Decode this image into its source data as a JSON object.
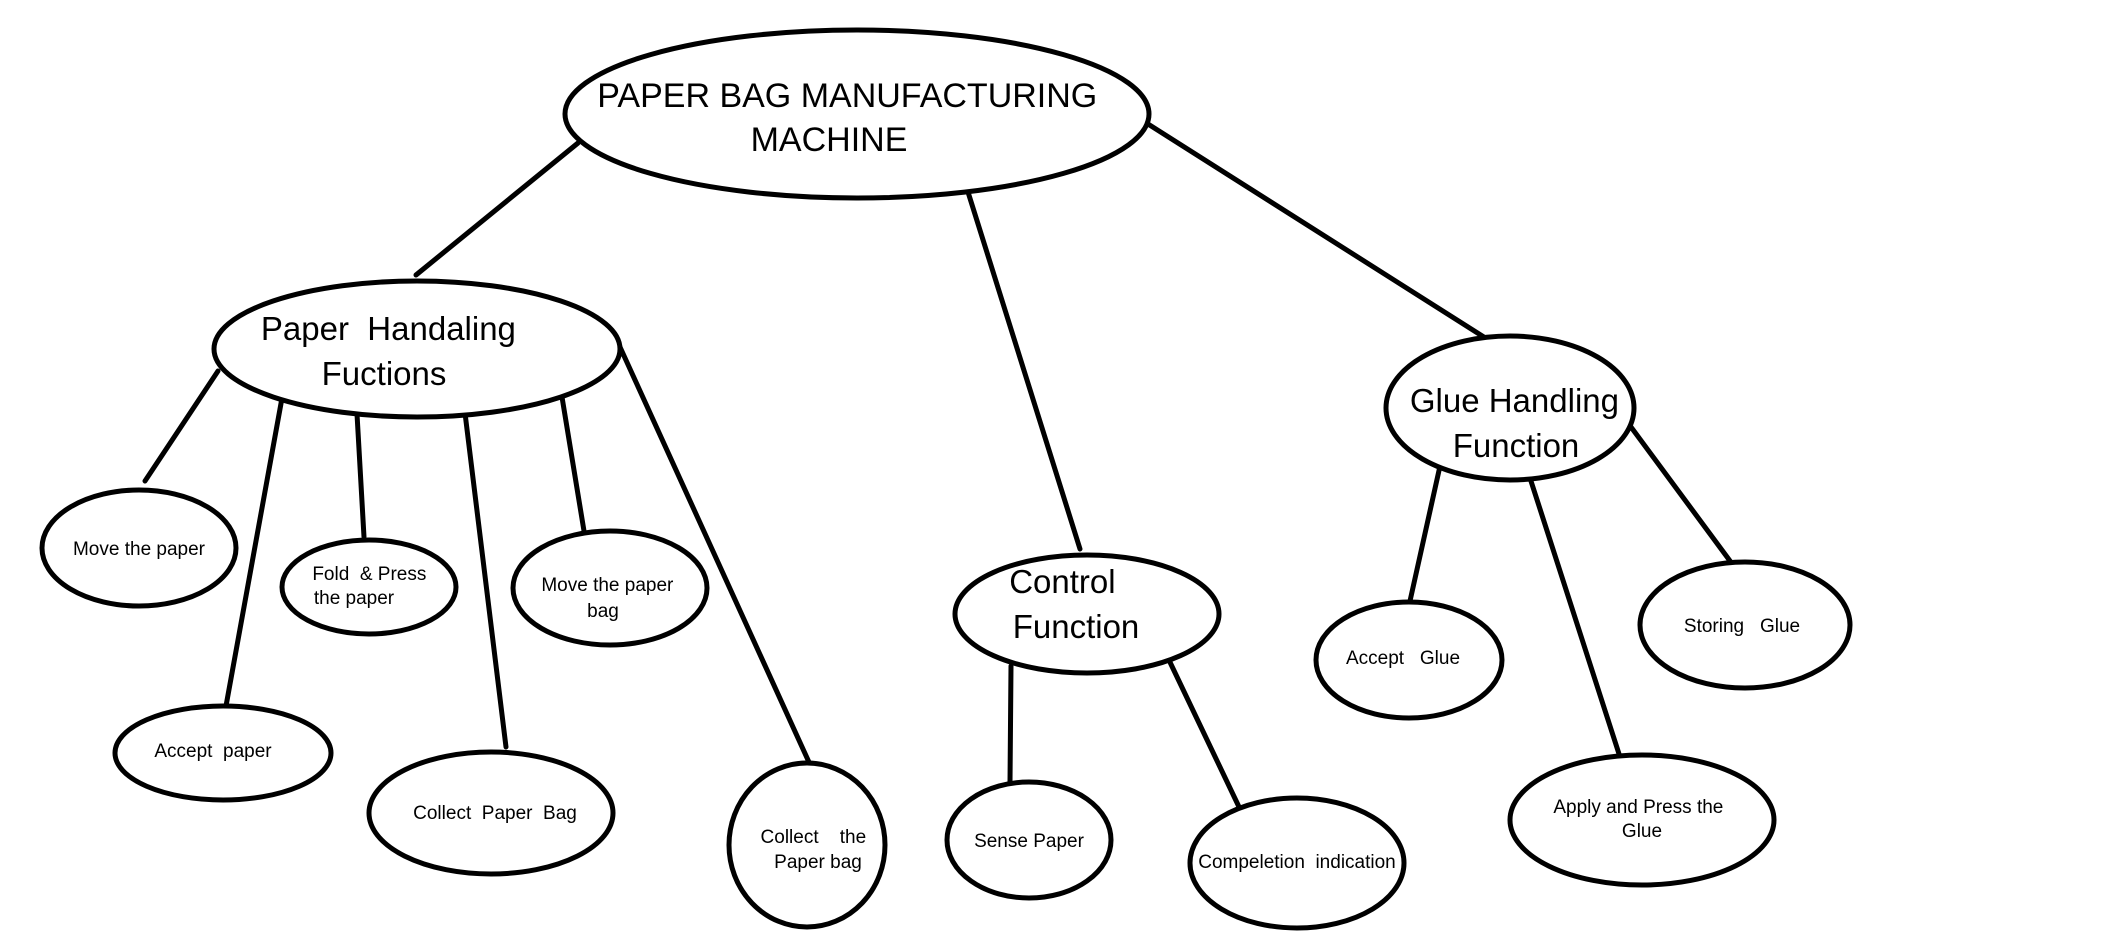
{
  "root": {
    "lines": [
      "PAPER BAG MANUFACTURING",
      "MACHINE"
    ]
  },
  "groups": {
    "paper_handling": {
      "lines": [
        "Paper  Handaling",
        "Fuctions"
      ],
      "children": {
        "move_paper": [
          "Move the paper"
        ],
        "accept_paper": [
          "Accept  paper"
        ],
        "fold_press": [
          "Fold  & Press",
          "the paper"
        ],
        "collect_bag": [
          "Collect  Paper  Bag"
        ],
        "move_bag": [
          "Move the paper",
          "bag"
        ],
        "collect_the_bag": [
          "Collect    the",
          "Paper bag"
        ]
      }
    },
    "control": {
      "lines": [
        "Control",
        "Function"
      ],
      "children": {
        "sense_paper": [
          "Sense Paper"
        ],
        "completion": [
          "Compeletion  indication"
        ]
      }
    },
    "glue_handling": {
      "lines": [
        "Glue Handling",
        "Function"
      ],
      "children": {
        "accept_glue": [
          "Accept   Glue"
        ],
        "apply_press_glue": [
          "Apply and Press the",
          "Glue"
        ],
        "storing_glue": [
          "Storing   Glue"
        ]
      }
    }
  }
}
